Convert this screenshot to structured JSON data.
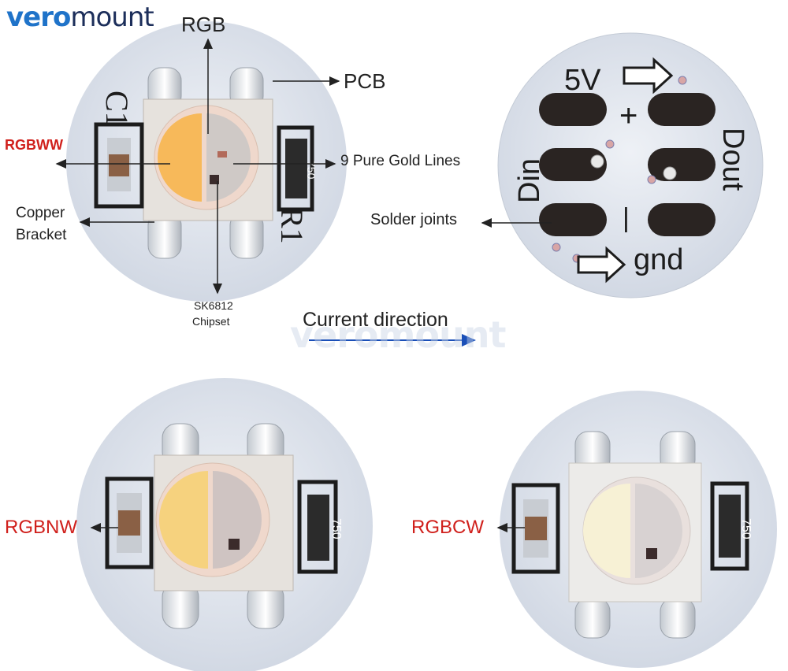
{
  "brand": {
    "part1": "vero",
    "part2": "mount"
  },
  "watermark": "veromount",
  "top_left": {
    "rgb": "RGB",
    "pcb": "PCB",
    "rgbww": "RGBWW",
    "gold_lines": "9 Pure Gold Lines",
    "copper_line1": "Copper",
    "copper_line2": "Bracket",
    "chipset_line1": "SK6812",
    "chipset_line2": "Chipset",
    "c1": "C1",
    "r1": "R1",
    "resistor_code": "750"
  },
  "top_right": {
    "v5": "5V",
    "plus": "+",
    "minus": "|",
    "din": "Din",
    "dout": "Dout",
    "gnd": "gnd",
    "solder": "Solder joints"
  },
  "current_direction": "Current direction",
  "bottom_left": {
    "label": "RGBNW",
    "resistor_code": "750"
  },
  "bottom_right": {
    "label": "RGBCW",
    "resistor_code": "750"
  },
  "colors": {
    "pcb": "#dce2ec",
    "accent_red": "#d0201c",
    "arrow_blue": "#1a4fb8",
    "brand_blue": "#1f73c9",
    "warm_white": "#f7b95a",
    "natural_white": "#f6d27e",
    "cool_white": "#f7f1d5"
  }
}
